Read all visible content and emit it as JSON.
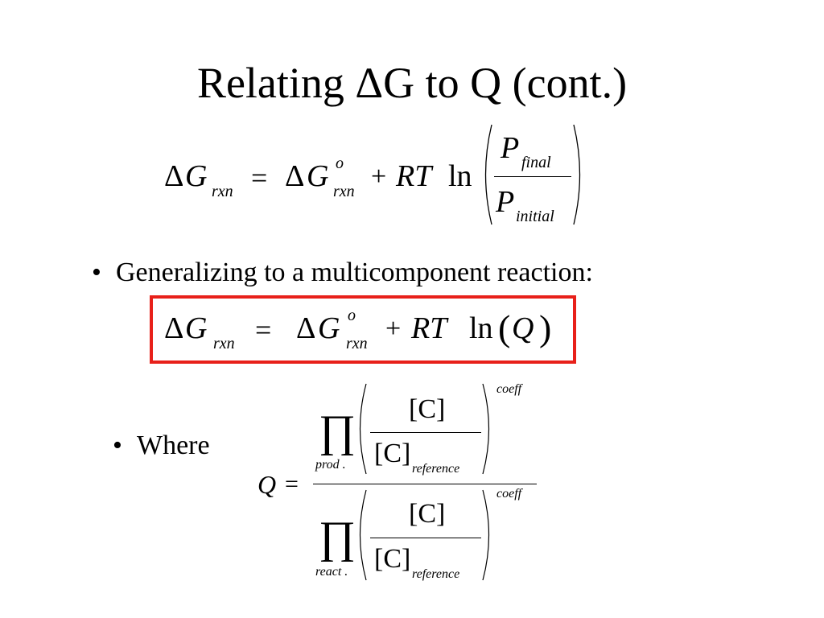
{
  "slide": {
    "title": "Relating ΔG to Q (cont.)",
    "bullet_generalizing": "Generalizing to a multicomponent reaction:",
    "bullet_where": "Where"
  },
  "eq1": {
    "delta": "Δ",
    "G": "G",
    "sub_rxn": "rxn",
    "equals": "=",
    "delta2": "Δ",
    "G2": "G",
    "sup_o": "o",
    "sub_rxn2": "rxn",
    "plus": "+",
    "RT": "RT",
    "ln": "ln",
    "P_num": "P",
    "sub_final": "final",
    "P_den": "P",
    "sub_initial": "initial"
  },
  "eq2": {
    "delta": "Δ",
    "G": "G",
    "sub_rxn": "rxn",
    "equals": "=",
    "delta2": "Δ",
    "G2": "G",
    "sup_o": "o",
    "sub_rxn2": "rxn",
    "plus": "+",
    "RT": "RT",
    "ln": "ln",
    "open_paren": "(",
    "Q": "Q",
    "close_paren": ")"
  },
  "eq3": {
    "Q": "Q",
    "equals": "=",
    "product_symbol": "∏",
    "sub_prod": "prod .",
    "sub_react": "react .",
    "bracket_C_top": "[C]",
    "bracket_C_bottom": "[C]",
    "bracket_C_top2": "[C]",
    "bracket_C_bottom2": "[C]",
    "sub_reference": "reference",
    "sub_reference2": "reference",
    "sup_coeff": "coeff",
    "sup_coeff2": "coeff"
  },
  "colors": {
    "highlight_border": "#e8201a",
    "text": "#000000",
    "background": "#ffffff"
  }
}
